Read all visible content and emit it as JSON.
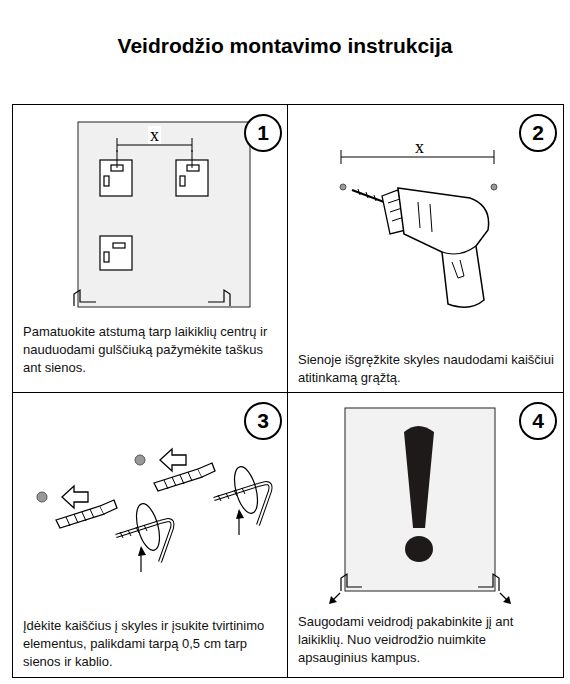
{
  "diagram": {
    "title": "Veidrodžio montavimo instrukcija",
    "nodes": [
      {
        "text": [
          "Pamatuokite atstumą tarp laikiklių centrų ir nauduodami gulščiuką pažymėkite taškus ant sienos."
        ]
      },
      {
        "text": [
          "1"
        ],
        "in": 0
      },
      {
        "text": [
          "Sienoje išgręžkite skyles naudodami kaiščiui atitinkamą grąžtą."
        ]
      },
      {
        "text": [
          "2"
        ],
        "in": 2
      },
      {
        "text": [
          "Įdėkite kaiščius į skyles ir įsukite tvirtinimo elementus, palikdami tarpą 0,5 cm tarp sienos ir kablio."
        ]
      },
      {
        "text": [
          "3"
        ],
        "in": 4
      },
      {
        "text": [
          "Saugodami veidrodį pakabinkite jį ant laikiklių. Nuo veidrodžio nuimkite apsauginius kampus."
        ]
      },
      {
        "text": [
          "4"
        ],
        "in": 6
      }
    ],
    "labels": [
      "x",
      "x"
    ]
  }
}
